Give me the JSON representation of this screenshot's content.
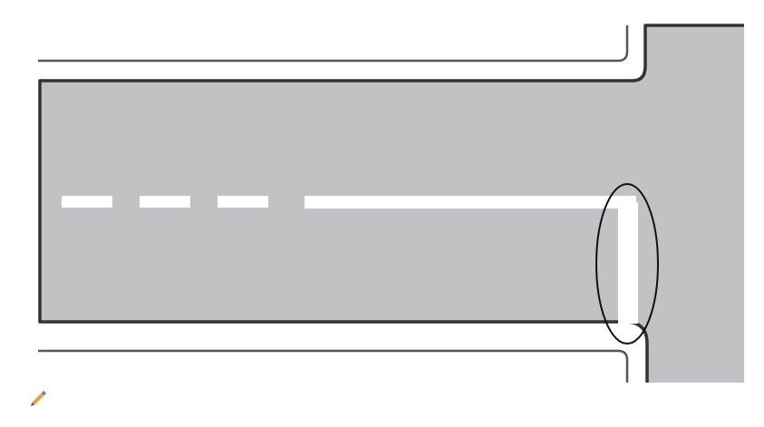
{
  "colors": {
    "background": "#ffffff",
    "road": "#c1c2c4",
    "road_edge": "#333333",
    "sidewalk_line": "#555555",
    "lane_marking": "#ffffff",
    "circle_annotation": "#111111"
  },
  "markings": {
    "broken_segments": 3,
    "solid_centerline": true,
    "stop_line": true
  },
  "annotation": {
    "shape": "ellipse",
    "target": "stop-line"
  },
  "icons": {
    "tool": "pencil-icon"
  }
}
